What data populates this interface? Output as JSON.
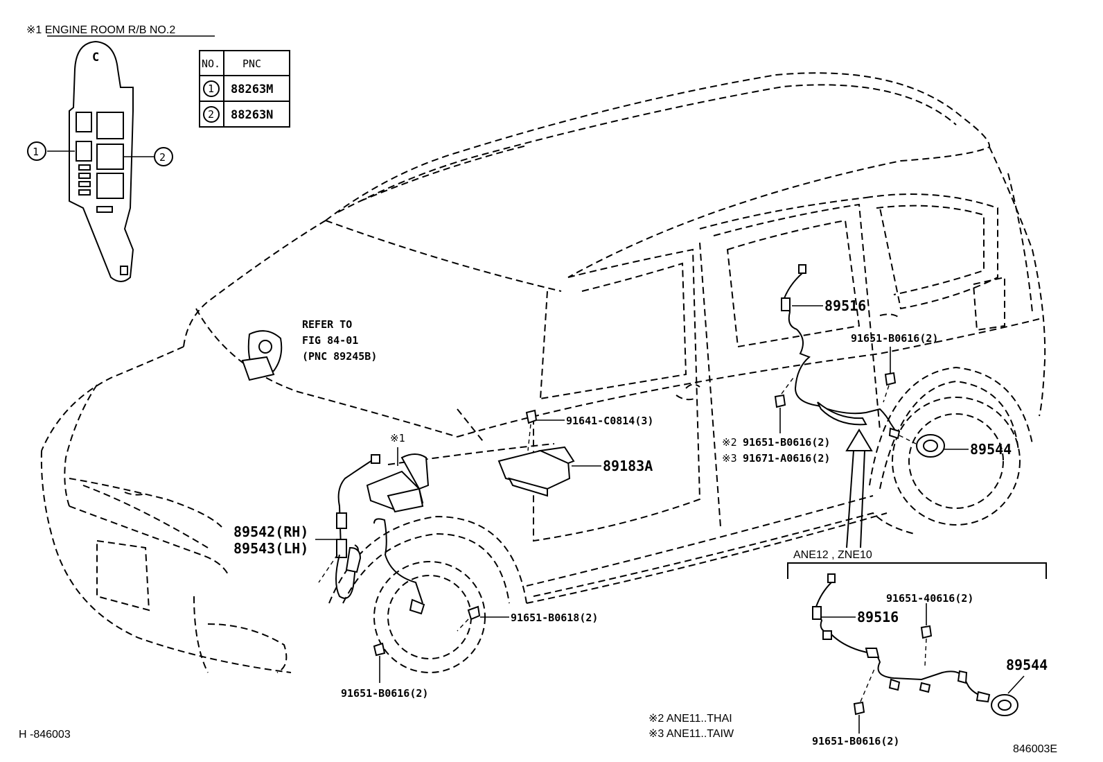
{
  "inset": {
    "title": "※1 ENGINE ROOM R/B NO.2",
    "marker_1": "1",
    "marker_2": "2",
    "table_header_no": "NO.",
    "table_header_pnc": "PNC",
    "rows": [
      {
        "no": "1",
        "pnc": "88263M"
      },
      {
        "no": "2",
        "pnc": "88263N"
      }
    ]
  },
  "refer": {
    "line1": "REFER TO",
    "line2": "FIG 84-01",
    "line3": "(PNC 89245B)"
  },
  "labels": {
    "relay_note": "※1",
    "bolt_91641": "91641-C0814(3)",
    "sensor_89183A": "89183A",
    "sensor_89542": "89542(RH)",
    "sensor_89543": "89543(LH)",
    "bolt_front_right": "91651-B0618(2)",
    "bolt_front_bottom": "91651-B0616(2)",
    "rear_89516": "89516",
    "rear_bolt_top": "91651-B0616(2)",
    "rear_note2": "※2",
    "rear_note3": "※3",
    "rear_bolt_left1": "91651-B0616(2)",
    "rear_bolt_left2": "91671-A0616(2)",
    "rear_89544": "89544",
    "variant_title": "ANE12 , ZNE10",
    "var_89516": "89516",
    "var_bolt_top": "91651-40616(2)",
    "var_89544": "89544",
    "var_bolt_bottom": "91651-B0616(2)",
    "footnote2": "※2 ANE11..THAI",
    "footnote3": "※3 ANE11..TAIW",
    "code_left": "H -846003",
    "code_right": "846003E"
  }
}
